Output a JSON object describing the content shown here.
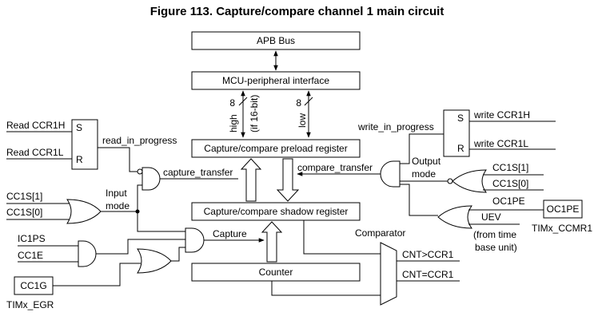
{
  "title": "Figure 113. Capture/compare channel 1 main circuit",
  "boxes": {
    "apb": "APB Bus",
    "mcu": "MCU-peripheral interface",
    "preload": "Capture/compare preload register",
    "shadow": "Capture/compare shadow register",
    "counter": "Counter",
    "cc1g": "CC1G",
    "oc1pe": "OC1PE"
  },
  "latch_left": {
    "s": "S",
    "r": "R"
  },
  "latch_right": {
    "s": "S",
    "r": "R"
  },
  "labels": {
    "read_ccr1h": "Read CCR1H",
    "read_ccr1l": "Read CCR1L",
    "read_in_progress": "read_in_progress",
    "capture_transfer": "capture_transfer",
    "cc1s1_left": "CC1S[1]",
    "cc1s0_left": "CC1S[0]",
    "input_mode": [
      "Input",
      "mode"
    ],
    "ic1ps": "IC1PS",
    "cc1e": "CC1E",
    "capture": "Capture",
    "timx_egr": "TIMx_EGR",
    "bus_8_left": "8",
    "bus_high": "high",
    "bus_if16": "(if 16-bit)",
    "bus_8_right": "8",
    "bus_low": "low",
    "write_in_progress": "write_in_progress",
    "write_ccr1h": "write CCR1H",
    "write_ccr1l": "write CCR1L",
    "compare_transfer": "compare_transfer",
    "output_mode": [
      "Output",
      "mode"
    ],
    "cc1s1_right": "CC1S[1]",
    "cc1s0_right": "CC1S[0]",
    "oc1pe_sig": "OC1PE",
    "uev": "UEV",
    "from_time_base": [
      "(from time",
      "base unit)"
    ],
    "timx_ccmr1": "TIMx_CCMR1",
    "comparator": "Comparator",
    "cnt_gt": "CNT>CCR1",
    "cnt_eq": "CNT=CCR1"
  }
}
